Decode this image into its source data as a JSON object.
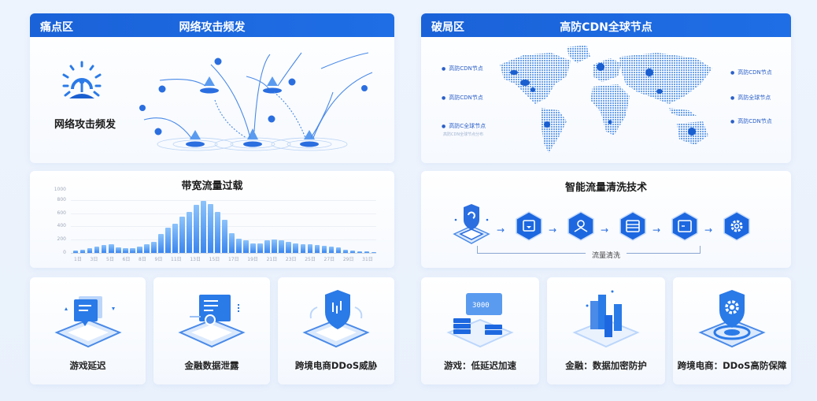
{
  "pain_zone": {
    "zone_label": "痛点区",
    "attack": {
      "title": "网络攻击频发",
      "icon_label": "网络攻击频发"
    },
    "bandwidth": {
      "title": "带宽流量过载"
    },
    "tiles": [
      {
        "label": "游戏延迟",
        "icon": "chat-device-icon"
      },
      {
        "label": "金融数据泄露",
        "icon": "data-leak-card-icon"
      },
      {
        "label": "跨境电商DDoS威胁",
        "icon": "shield-chart-icon"
      }
    ]
  },
  "solution_zone": {
    "zone_label": "破局区",
    "cdn": {
      "title": "高防CDN全球节点",
      "left_labels": [
        "高防CDN节点",
        "高防CDN节点",
        "高防C全球节点"
      ],
      "left_sub": "高防CDN全球节点分布",
      "right_labels": [
        "高防CDN节点",
        "高防全球节点",
        "高防CDN节点"
      ]
    },
    "cleaning": {
      "title": "智能流量清洗技术",
      "bracket_label": "流量清洗",
      "steps": [
        "shield-device-icon",
        "inbox-heart-icon",
        "location-pin-icon",
        "server-icon",
        "terminal-icon",
        "gear-icon"
      ]
    },
    "tiles": [
      {
        "label": "游戏：低延迟加速",
        "icon": "server-speed-icon"
      },
      {
        "label": "金融：数据加密防护",
        "icon": "bar-tower-icon"
      },
      {
        "label": "跨境电商：DDoS高防保障",
        "icon": "shield-gear-icon"
      }
    ]
  },
  "colors": {
    "header_blue": "#1a62d8",
    "accent_blue": "#2a6ee0",
    "light_blue": "#8cc3fb",
    "background": "#eef4fd"
  },
  "chart_data": {
    "type": "bar",
    "title": "带宽流量过载",
    "xlabel": "",
    "ylabel": "",
    "y_ticks": [
      "0",
      "200",
      "400",
      "600",
      "800",
      "1000"
    ],
    "ylim": [
      0,
      1000
    ],
    "x_tick_labels": [
      "1日",
      "3日",
      "5日",
      "6日",
      "8日",
      "9日",
      "11日",
      "13日",
      "15日",
      "17日",
      "19日",
      "21日",
      "23日",
      "25日",
      "27日",
      "29日",
      "31日"
    ],
    "values": [
      35,
      50,
      75,
      105,
      130,
      140,
      90,
      75,
      80,
      105,
      140,
      180,
      300,
      400,
      460,
      580,
      650,
      760,
      830,
      780,
      650,
      520,
      310,
      220,
      200,
      155,
      150,
      205,
      215,
      200,
      175,
      150,
      135,
      135,
      120,
      110,
      100,
      90,
      45,
      40,
      30,
      20,
      15
    ],
    "grid": true,
    "legend": null
  }
}
